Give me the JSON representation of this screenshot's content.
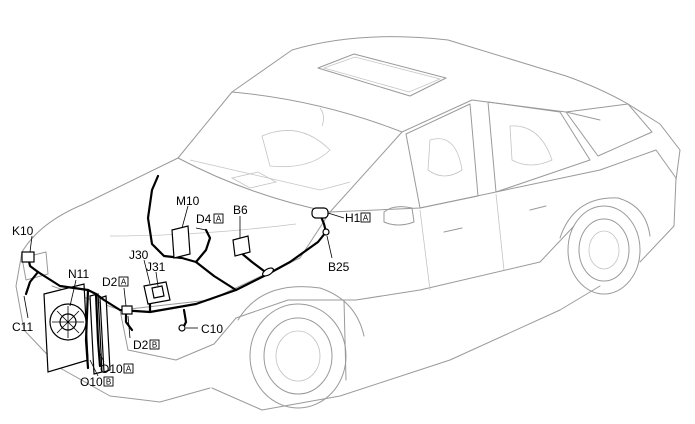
{
  "labels": {
    "k10": {
      "code": "K10"
    },
    "c11": {
      "code": "C11"
    },
    "n11": {
      "code": "N11"
    },
    "m10": {
      "code": "M10"
    },
    "d4": {
      "code": "D4",
      "suffix": "A"
    },
    "b6": {
      "code": "B6"
    },
    "h1": {
      "code": "H1",
      "suffix": "A"
    },
    "b25": {
      "code": "B25"
    },
    "j30": {
      "code": "J30"
    },
    "j31": {
      "code": "J31"
    },
    "d2a": {
      "code": "D2",
      "suffix": "A"
    },
    "d2b": {
      "code": "D2",
      "suffix": "B"
    },
    "c10": {
      "code": "C10"
    },
    "o10a": {
      "code": "O10",
      "suffix": "A"
    },
    "o10b": {
      "code": "O10",
      "suffix": "B"
    }
  }
}
